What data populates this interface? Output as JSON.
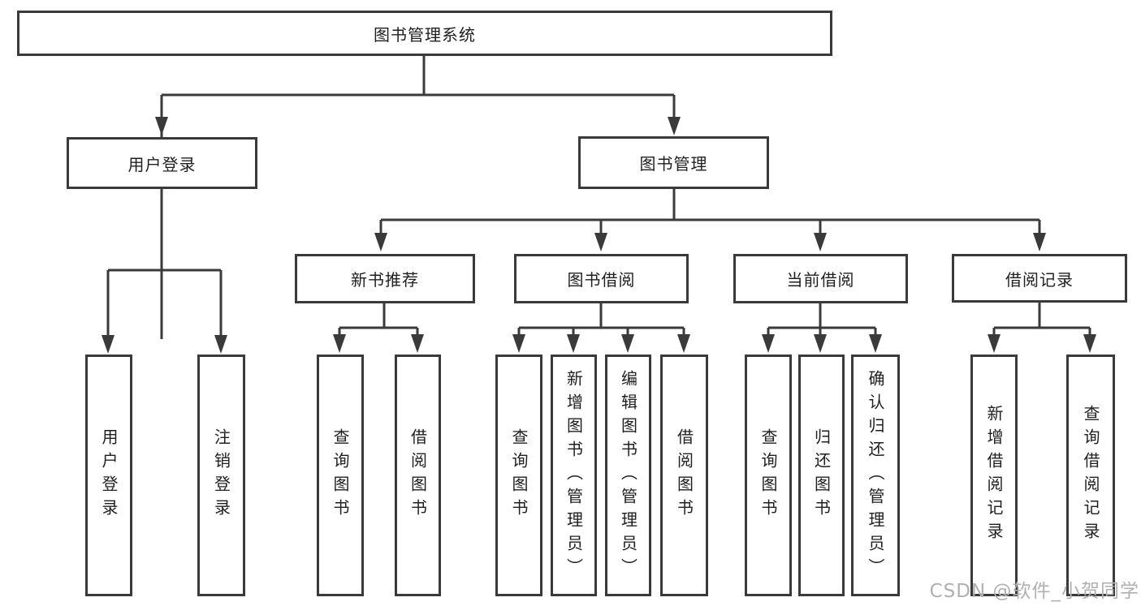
{
  "diagram": {
    "root": "图书管理系统",
    "level2": [
      "用户登录",
      "图书管理"
    ],
    "level3": [
      "新书推荐",
      "图书借阅",
      "当前借阅",
      "借阅记录"
    ],
    "groups": [
      {
        "parent": "用户登录",
        "children": [
          "用户登录",
          "注销登录"
        ]
      },
      {
        "parent": "新书推荐",
        "children": [
          "查询图书",
          "借阅图书"
        ]
      },
      {
        "parent": "图书借阅",
        "children": [
          "查询图书",
          "新增图书（管理员）",
          "编辑图书（管理员）",
          "借阅图书"
        ]
      },
      {
        "parent": "当前借阅",
        "children": [
          "查询图书",
          "归还图书",
          "确认归还（管理员）"
        ]
      },
      {
        "parent": "借阅记录",
        "children": [
          "新增借阅记录",
          "查询借阅记录"
        ]
      }
    ]
  },
  "watermark": "CSDN @软件_小贺同学",
  "colors": {
    "line": "#3a3a3a",
    "text": "#1f1f1f",
    "background": "#ffffff",
    "watermark": "#b0b0b0"
  }
}
